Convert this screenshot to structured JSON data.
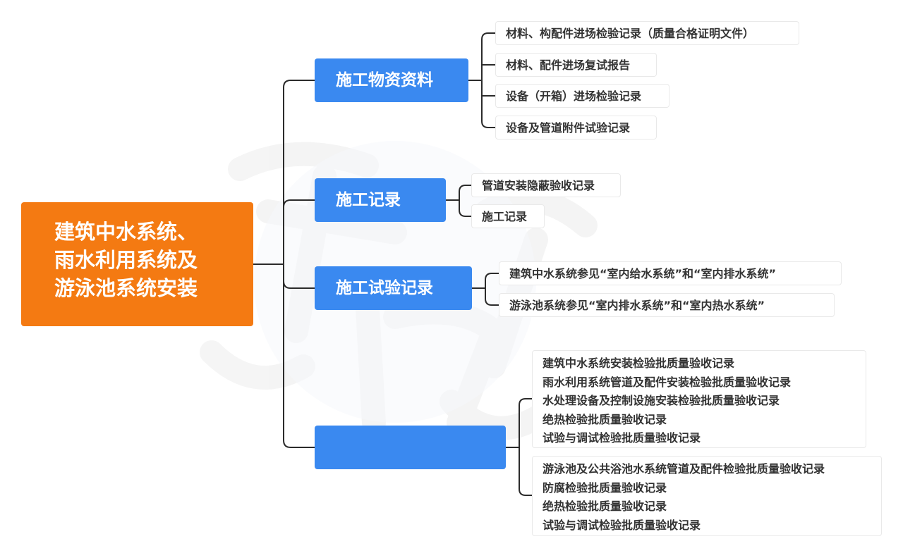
{
  "root": {
    "lines": [
      "建筑中水系统、",
      "雨水利用系统及",
      "游泳池系统安装"
    ]
  },
  "branches": [
    {
      "label": "施工物资资料",
      "items": [
        "材料、构配件进场检验记录（质量合格证明文件）",
        "材料、配件进场复试报告",
        "设备（开箱）进场检验记录",
        "设备及管道附件试验记录"
      ]
    },
    {
      "label": "施工记录",
      "items": [
        "管道安装隐蔽验收记录",
        "施工记录"
      ]
    },
    {
      "label": "施工试验记录",
      "items": [
        "建筑中水系统参见“室内给水系统”和“室内排水系统”",
        "游泳池系统参见“室内排水系统”和“室内热水系统”"
      ]
    },
    {
      "label": "",
      "groups": [
        [
          "建筑中水系统安装检验批质量验收记录",
          "雨水利用系统管道及配件安装检验批质量验收记录",
          "水处理设备及控制设施安装检验批质量验收记录",
          "绝热检验批质量验收记录",
          "试验与调试检验批质量验收记录"
        ],
        [
          "游泳池及公共浴池水系统管道及配件检验批质量验收记录",
          "防腐检验批质量验收记录",
          "绝热检验批质量验收记录",
          "试验与调试检验批质量验收记录"
        ]
      ]
    }
  ],
  "colors": {
    "root": "#f47a12",
    "branch": "#3a89f0",
    "line": "#2b2b2b",
    "leaf_text": "#333333"
  }
}
